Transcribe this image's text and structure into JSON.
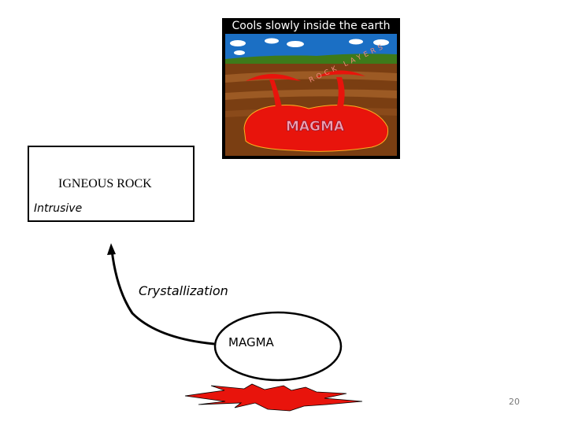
{
  "illustration": {
    "caption": "Cools slowly inside the earth",
    "magma_text": "MAGMA",
    "layer_text": "ROCK LAYERS"
  },
  "rock_box": {
    "title": "IGNEOUS ROCK",
    "subtitle": "Intrusive"
  },
  "process_label": "Crystallization",
  "magma_label": "MAGMA",
  "page_number": "20",
  "colors": {
    "magma_red": "#e8140c",
    "earth_brown": "#7a3e12",
    "sky_blue": "#1b6fc4",
    "grass_green": "#3d7a1a"
  }
}
